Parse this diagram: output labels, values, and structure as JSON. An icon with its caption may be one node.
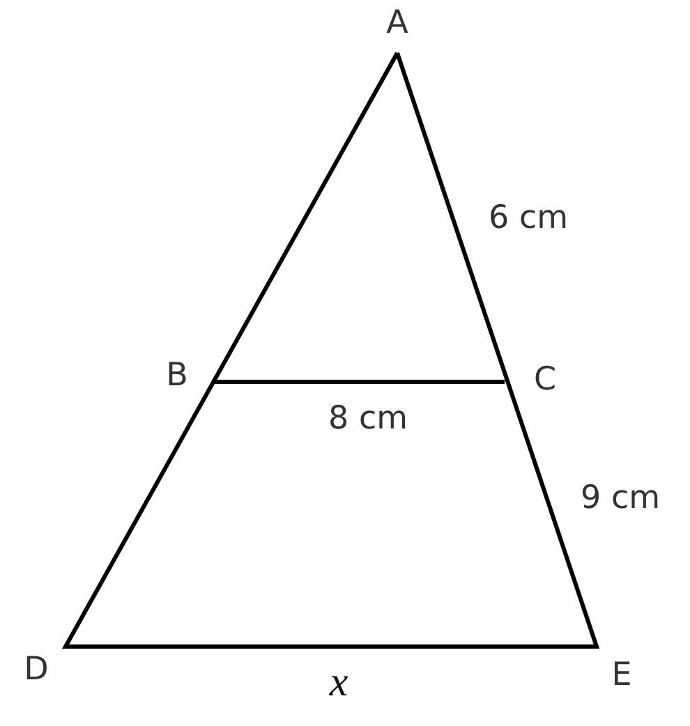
{
  "diagram": {
    "labels": [
      "A",
      "6 cm",
      "B",
      "C",
      "8 cm",
      "9 cm",
      "D",
      "x",
      "E"
    ]
  }
}
